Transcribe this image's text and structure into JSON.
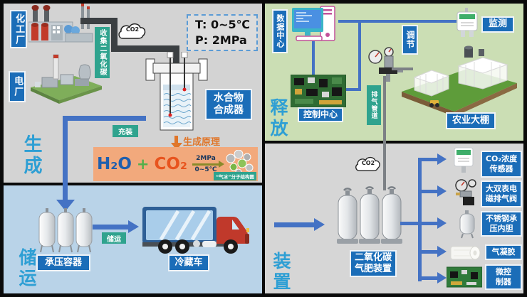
{
  "sections": {
    "generation": {
      "title": "生成",
      "chemical_plant_label": "化工厂",
      "power_plant_label": "电厂",
      "collect_co2_label": "收集二氧化碳",
      "co2_cloud": "CO2",
      "condition_t": "T: 0~5℃",
      "condition_p": "P: 2MPa",
      "synthesizer_label_line1": "水合物",
      "synthesizer_label_line2": "合成器",
      "filling_label": "充装",
      "principle_label": "生成原理",
      "equation": {
        "h2o": "H₂O",
        "plus": "+",
        "co2": "CO₂",
        "arrow_top": "2MPa",
        "arrow_bottom": "0~5℃",
        "caption": "“气冰”分子结构图"
      }
    },
    "storage": {
      "title": "储运",
      "vessel_label": "承压容器",
      "transport_label": "储运",
      "truck_label": "冷藏车"
    },
    "release": {
      "title": "释放",
      "data_center_label": "数据中心",
      "monitoring_label": "监测",
      "regulation_label": "调节",
      "control_center_label": "控制中心",
      "exhaust_pipe_label": "排气管道",
      "greenhouse_label": "农业大棚"
    },
    "device": {
      "title": "装置",
      "co2_cloud": "CO2",
      "fertilizer_label_line1": "二氧化碳",
      "fertilizer_label_line2": "气肥装置",
      "components": [
        {
          "line1": "CO₂浓度",
          "line2": "传感器"
        },
        {
          "line1": "大双表电",
          "line2": "磁排气阀"
        },
        {
          "line1": "不锈钢承",
          "line2": "压内胆"
        },
        {
          "line1": "气凝胶",
          "line2": ""
        },
        {
          "line1": "微控",
          "line2": "制器"
        }
      ]
    }
  },
  "colors": {
    "label_blue": "#1b6db8",
    "label_teal": "#2fa38e",
    "title_blue": "#2e9fd4",
    "flow_line_blue": "#4472c4",
    "equation_bg": "#f2a97c",
    "quadrant_gray": "#d3d3d3",
    "quadrant_blue": "#b9d3e8",
    "quadrant_green": "#cbdeb4"
  }
}
